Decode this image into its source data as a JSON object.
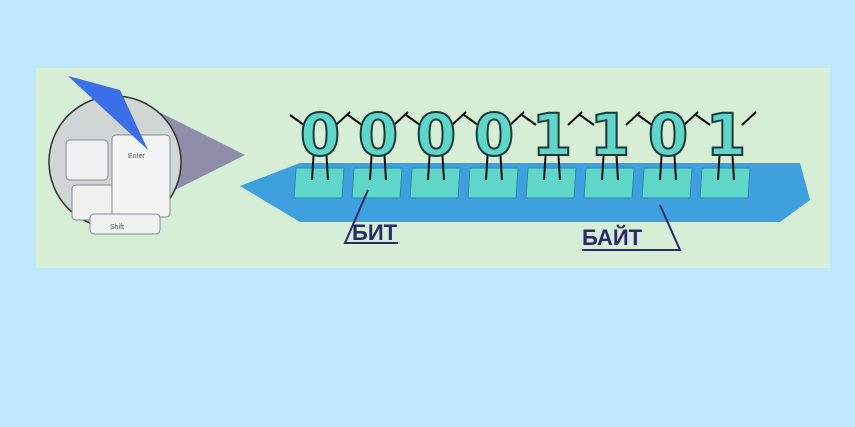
{
  "binary_digits": [
    "0",
    "0",
    "0",
    "0",
    "1",
    "1",
    "0",
    "1"
  ],
  "labels": {
    "bit": "БИТ",
    "byte": "БАЙТ"
  },
  "keyboard": {
    "enter_key": "Enter",
    "shift_key": "Shift"
  },
  "colors": {
    "background": "#bfe6fc",
    "panel": "#d6eed6",
    "band": "#3fa0e0",
    "tile": "#5fd6c8",
    "label": "#2a2a6a"
  }
}
